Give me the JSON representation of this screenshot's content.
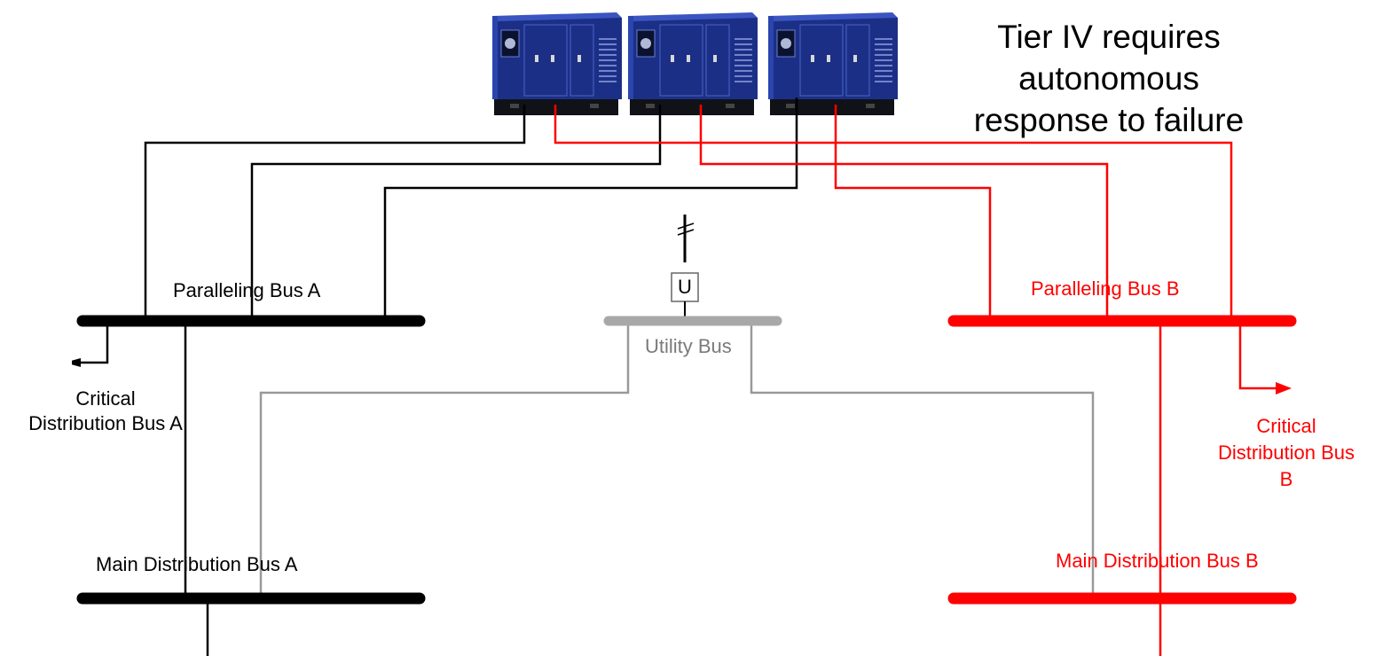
{
  "diagram": {
    "note": "Tier IV requires\nautonomous\nresponse to failure",
    "paralleling_bus_a": "Paralleling Bus A",
    "paralleling_bus_b": "Paralleling Bus B",
    "utility_bus": "Utility Bus",
    "utility_symbol": "U",
    "critical_distribution_bus_a": "Critical\nDistribution Bus A",
    "critical_distribution_bus_b": "Critical\nDistribution Bus\nB",
    "main_distribution_bus_a": "Main Distribution Bus A",
    "main_distribution_bus_b": "Main Distribution Bus B",
    "generator_icon": "generator-icon",
    "colors": {
      "bus_a": "#000000",
      "bus_b": "#ff0000",
      "utility": "#999999",
      "generator": "#2244aa"
    }
  }
}
